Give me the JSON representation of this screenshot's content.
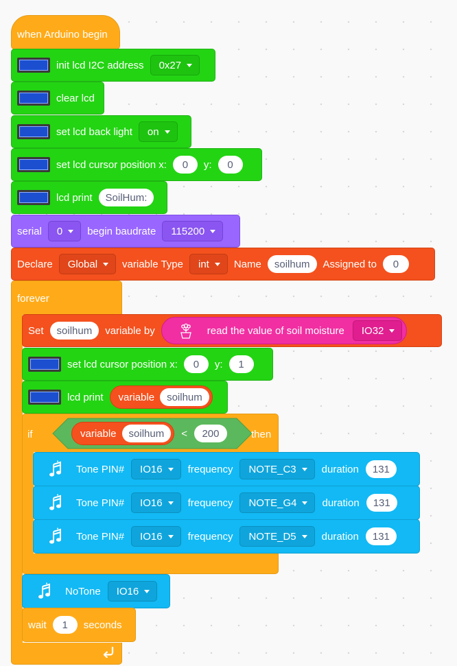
{
  "hat": {
    "label": "when Arduino begin"
  },
  "init_lcd": {
    "label": "init lcd I2C address",
    "address": "0x27"
  },
  "clear_lcd": {
    "label": "clear lcd"
  },
  "backlight": {
    "label": "set lcd back light",
    "value": "on"
  },
  "cursor1": {
    "label": "set lcd cursor position x:",
    "x": "0",
    "y_label": "y:",
    "y": "0"
  },
  "print1": {
    "label": "lcd print",
    "text": "SoilHum:"
  },
  "serial": {
    "label": "serial",
    "port": "0",
    "baud_label": "begin baudrate",
    "baud": "115200"
  },
  "declare": {
    "label": "Declare",
    "scope": "Global",
    "type_label": "variable Type",
    "type": "int",
    "name_label": "Name",
    "name": "soilhum",
    "assign_label": "Assigned to",
    "value": "0"
  },
  "forever": {
    "label": "forever"
  },
  "set_var": {
    "label": "Set",
    "var": "soilhum",
    "by_label": "variable by",
    "read_label": "read the value of soil moisture",
    "pin": "IO32"
  },
  "cursor2": {
    "label": "set lcd cursor position x:",
    "x": "0",
    "y_label": "y:",
    "y": "1"
  },
  "print2": {
    "label": "lcd print",
    "var_label": "variable",
    "var": "soilhum"
  },
  "if_block": {
    "label": "if",
    "var_label": "variable",
    "var": "soilhum",
    "op": "<",
    "value": "200",
    "then_label": "then"
  },
  "tones": [
    {
      "label": "Tone PIN#",
      "pin": "IO16",
      "freq_label": "frequency",
      "note": "NOTE_C3",
      "dur_label": "duration",
      "duration": "131"
    },
    {
      "label": "Tone PIN#",
      "pin": "IO16",
      "freq_label": "frequency",
      "note": "NOTE_G4",
      "dur_label": "duration",
      "duration": "131"
    },
    {
      "label": "Tone PIN#",
      "pin": "IO16",
      "freq_label": "frequency",
      "note": "NOTE_D5",
      "dur_label": "duration",
      "duration": "131"
    }
  ],
  "notone": {
    "label": "NoTone",
    "pin": "IO16"
  },
  "wait": {
    "label": "wait",
    "value": "1",
    "unit": "seconds"
  },
  "icons": {
    "lcd": "lcd-screen-icon",
    "music": "music-note-icon",
    "plant": "plant-pot-icon",
    "loop": "loop-arrow-icon",
    "dropdown": "caret-down-icon"
  },
  "colors": {
    "green": "#23d413",
    "purple": "#9966ff",
    "red": "#f4511e",
    "orange": "#ffab19",
    "blue": "#12b9f4",
    "pink": "#f12fa2"
  }
}
